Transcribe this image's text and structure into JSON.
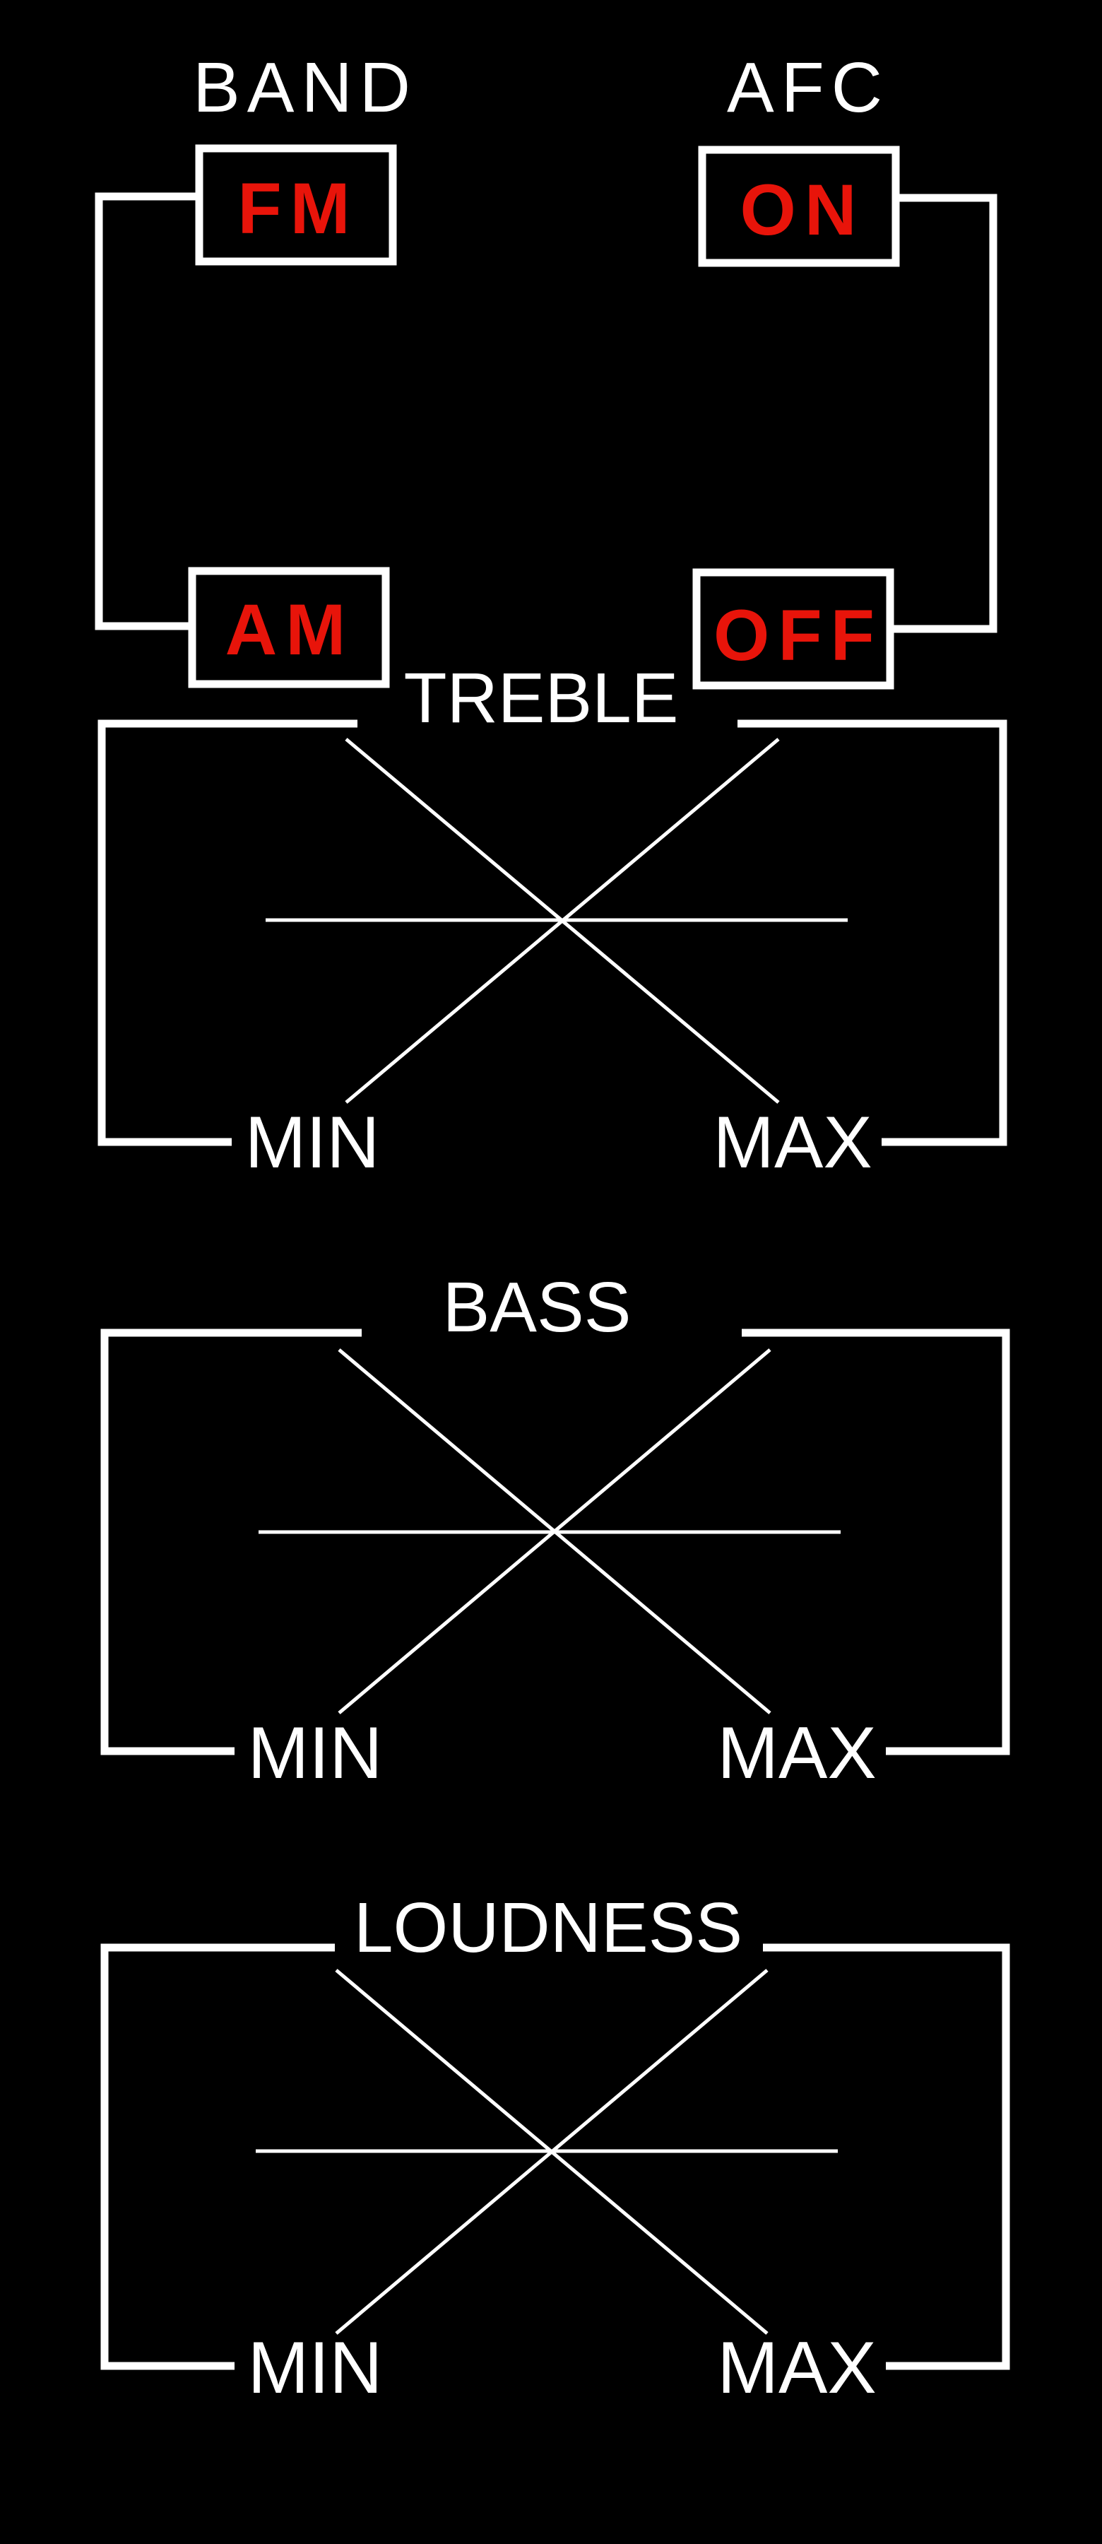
{
  "band": {
    "title": "BAND",
    "options": [
      "FM",
      "AM"
    ]
  },
  "afc": {
    "title": "AFC",
    "options": [
      "ON",
      "OFF"
    ]
  },
  "treble": {
    "title": "TREBLE",
    "min_label": "MIN",
    "max_label": "MAX"
  },
  "bass": {
    "title": "BASS",
    "min_label": "MIN",
    "max_label": "MAX"
  },
  "loudness": {
    "title": "LOUDNESS",
    "min_label": "MIN",
    "max_label": "MAX"
  },
  "colors": {
    "background": "#000000",
    "line": "#ffffff",
    "option_text": "#e8140a"
  }
}
